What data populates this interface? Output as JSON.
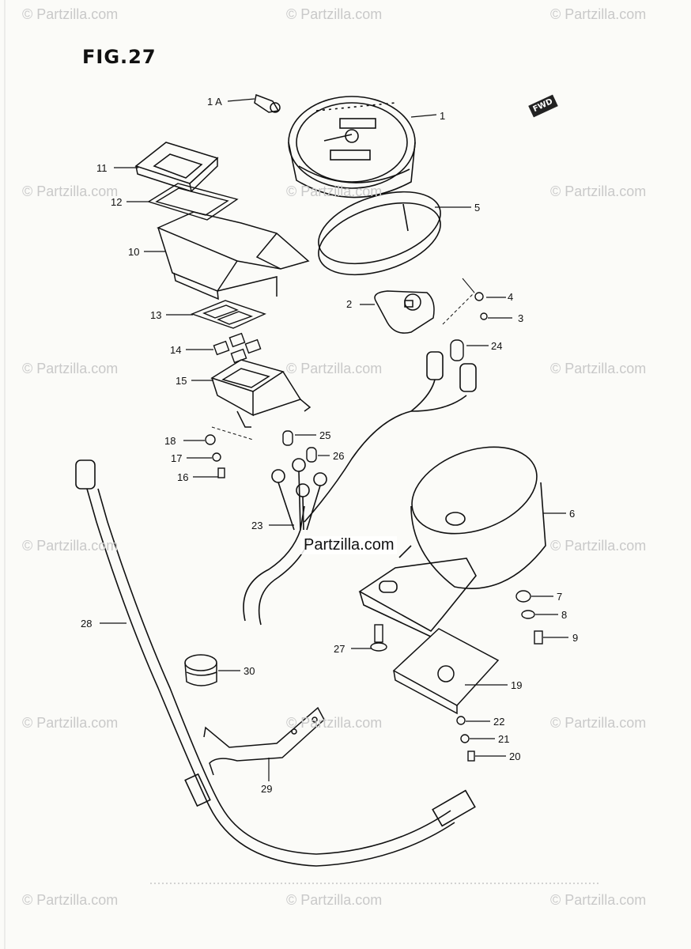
{
  "figure": {
    "title": "FIG.27",
    "direction_label": "FWD"
  },
  "watermark": {
    "text": "© Partzilla.com",
    "center_text": "Partzilla.com"
  },
  "parts": [
    {
      "id": "1A",
      "label": "1 A"
    },
    {
      "id": "1",
      "label": "1"
    },
    {
      "id": "2",
      "label": "2"
    },
    {
      "id": "3",
      "label": "3"
    },
    {
      "id": "4",
      "label": "4"
    },
    {
      "id": "5",
      "label": "5"
    },
    {
      "id": "6",
      "label": "6"
    },
    {
      "id": "7",
      "label": "7"
    },
    {
      "id": "8",
      "label": "8"
    },
    {
      "id": "9",
      "label": "9"
    },
    {
      "id": "10",
      "label": "10"
    },
    {
      "id": "11",
      "label": "11"
    },
    {
      "id": "12",
      "label": "12"
    },
    {
      "id": "13",
      "label": "13"
    },
    {
      "id": "14",
      "label": "14"
    },
    {
      "id": "15",
      "label": "15"
    },
    {
      "id": "16",
      "label": "16"
    },
    {
      "id": "17",
      "label": "17"
    },
    {
      "id": "18",
      "label": "18"
    },
    {
      "id": "19",
      "label": "19"
    },
    {
      "id": "20",
      "label": "20"
    },
    {
      "id": "21",
      "label": "21"
    },
    {
      "id": "22",
      "label": "22"
    },
    {
      "id": "23",
      "label": "23"
    },
    {
      "id": "24",
      "label": "24"
    },
    {
      "id": "25",
      "label": "25"
    },
    {
      "id": "26",
      "label": "26"
    },
    {
      "id": "27",
      "label": "27"
    },
    {
      "id": "28",
      "label": "28"
    },
    {
      "id": "29",
      "label": "29"
    },
    {
      "id": "30",
      "label": "30"
    }
  ]
}
